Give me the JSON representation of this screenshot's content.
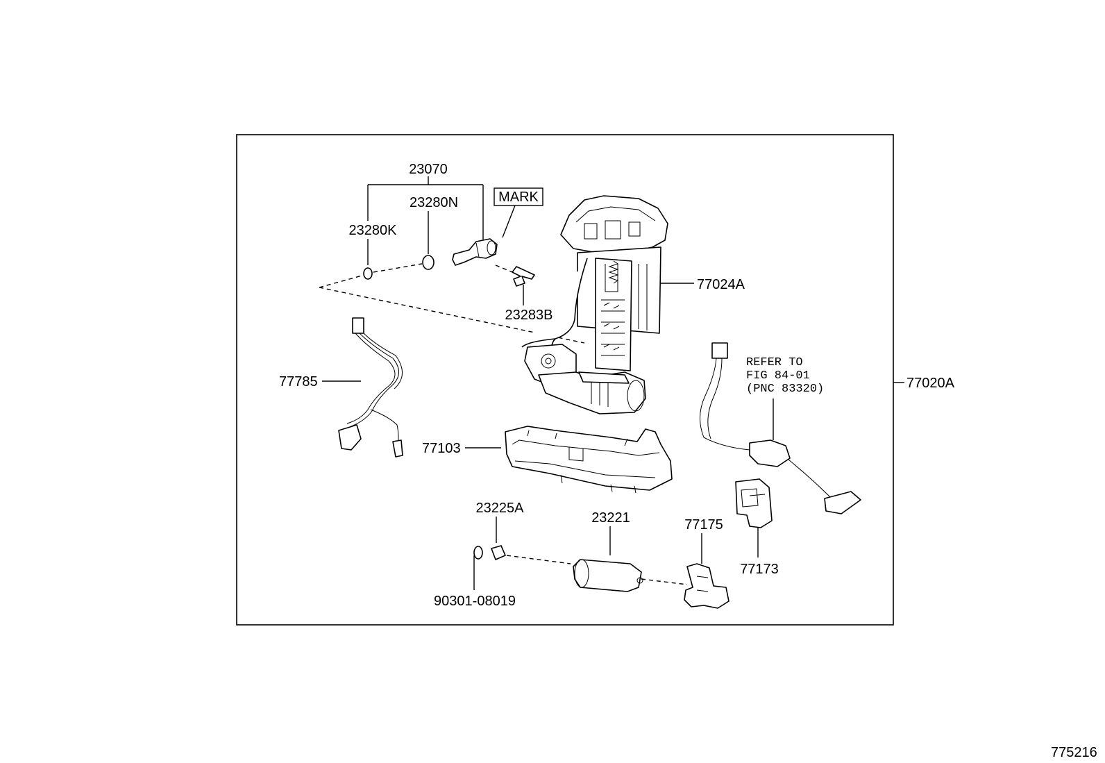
{
  "figure_id": "775216",
  "mark_label": "MARK",
  "refer_note": [
    "REFER TO",
    "FIG 84-01",
    "(PNC 83320)"
  ],
  "parts": {
    "p23070": "23070",
    "p23280N": "23280N",
    "p23280K": "23280K",
    "p23283B": "23283B",
    "p77024A": "77024A",
    "p77785": "77785",
    "p77020A": "77020A",
    "p77103": "77103",
    "p23225A": "23225A",
    "p23221": "23221",
    "p77175": "77175",
    "p77173": "77173",
    "p90301": "90301-08019"
  }
}
